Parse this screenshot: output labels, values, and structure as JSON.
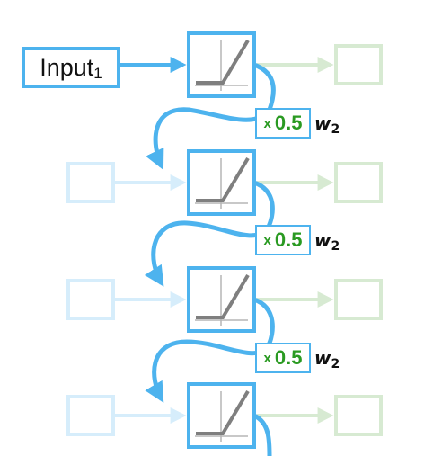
{
  "input": {
    "label": "Input",
    "subscript": "1"
  },
  "units": [
    {
      "multiplier_prefix": "x",
      "multiplier_value": "0.5",
      "weight_symbol": "w",
      "weight_subscript": "2"
    },
    {
      "multiplier_prefix": "x",
      "multiplier_value": "0.5",
      "weight_symbol": "w",
      "weight_subscript": "2"
    },
    {
      "multiplier_prefix": "x",
      "multiplier_value": "0.5",
      "weight_symbol": "w",
      "weight_subscript": "2"
    },
    {}
  ],
  "colors": {
    "blue": "#4db3ee",
    "faded_blue": "#d6edfb",
    "faded_green": "#d7ead2",
    "green_text": "#2a9a22",
    "relu_gray": "#7f7f7f",
    "axis_gray": "#b5b5b5"
  }
}
